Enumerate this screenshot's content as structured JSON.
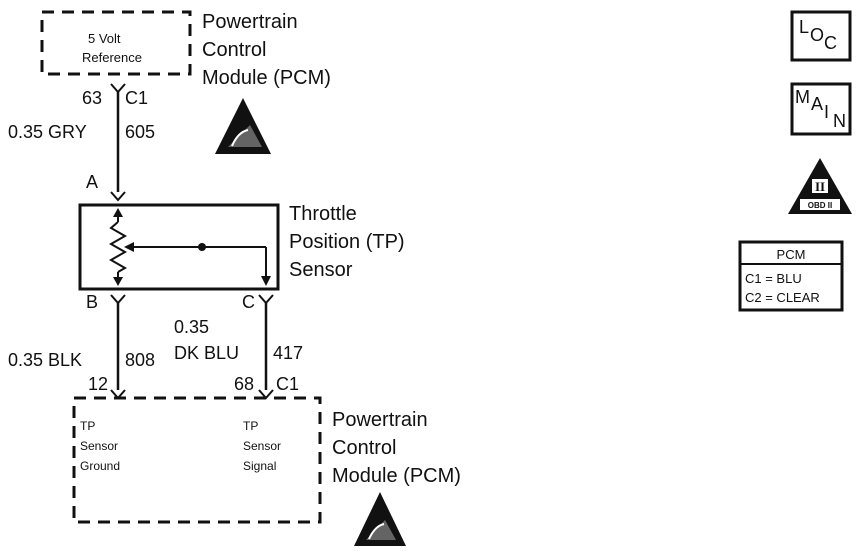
{
  "top_pcm": {
    "box_line1": "5 Volt",
    "box_line2": "Reference",
    "label_line1": "Powertrain",
    "label_line2": "Control",
    "label_line3": "Module (PCM)"
  },
  "top_connector": {
    "pin": "63",
    "connector": "C1"
  },
  "wire_ref": {
    "spec": "0.35 GRY",
    "circuit": "605"
  },
  "pin_a": "A",
  "sensor": {
    "line1": "Throttle",
    "line2": "Position (TP)",
    "line3": "Sensor"
  },
  "pin_b": "B",
  "pin_c": "C",
  "wire_ground": {
    "spec": "0.35 BLK",
    "circuit": "808"
  },
  "wire_signal": {
    "spec_line1": "0.35",
    "spec_line2": "DK BLU",
    "circuit": "417"
  },
  "bottom_connector": {
    "pin_ground": "12",
    "pin_signal": "68",
    "connector": "C1"
  },
  "bottom_pcm": {
    "ground_line1": "TP",
    "ground_line2": "Sensor",
    "ground_line3": "Ground",
    "signal_line1": "TP",
    "signal_line2": "Sensor",
    "signal_line3": "Signal",
    "label_line1": "Powertrain",
    "label_line2": "Control",
    "label_line3": "Module (PCM)"
  },
  "side_icons": {
    "loc": [
      "L",
      "O",
      "C"
    ],
    "main": [
      "M",
      "A",
      "I",
      "N"
    ],
    "obd_numeral": "II",
    "obd_text": "OBD II"
  },
  "pcm_legend": {
    "title": "PCM",
    "row1": "C1 = BLU",
    "row2": "C2 = CLEAR"
  }
}
